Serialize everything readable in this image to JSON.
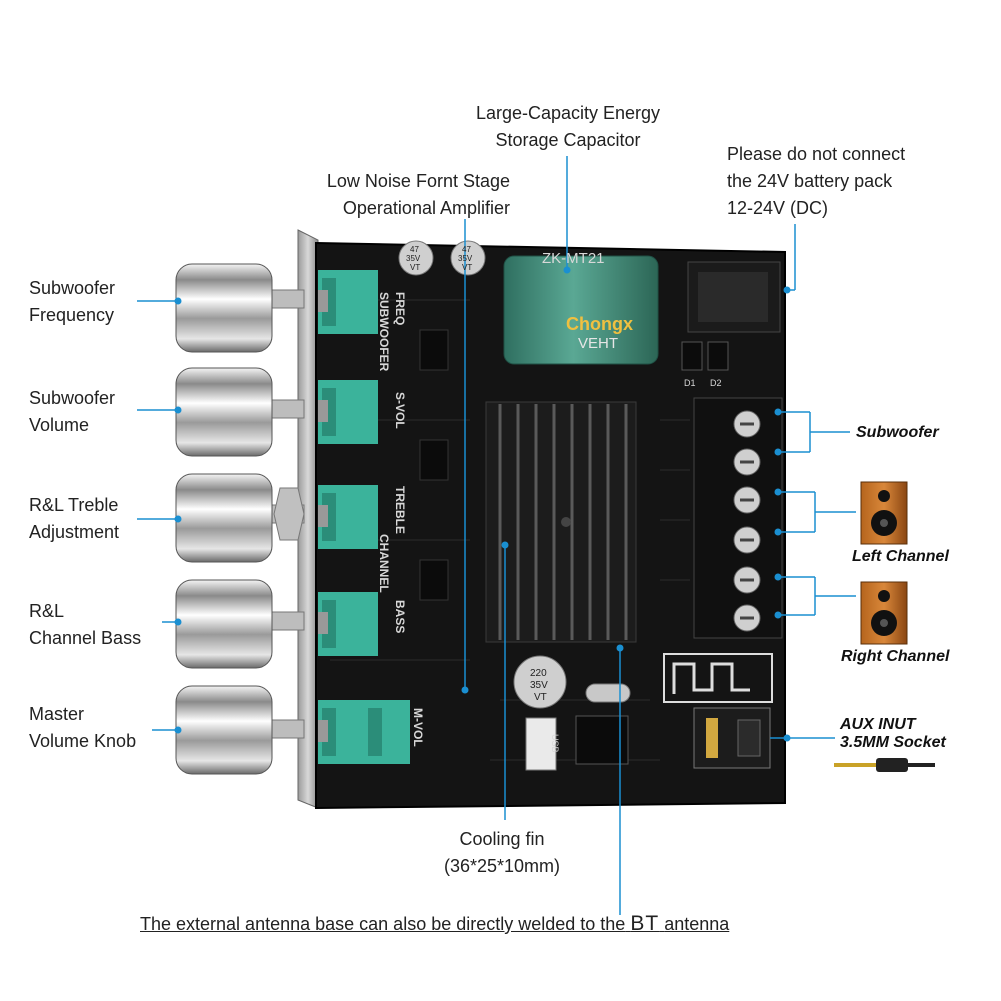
{
  "labels": {
    "capacitor": [
      "Large-Capacity Energy",
      "Storage Capacitor"
    ],
    "battery": [
      "Please do not connect",
      "the 24V battery pack",
      "12-24V (DC)"
    ],
    "opamp": [
      "Low Noise Fornt Stage",
      "Operational Amplifier"
    ],
    "sub_freq": [
      "Subwoofer",
      "Frequency"
    ],
    "sub_vol": [
      "Subwoofer",
      "Volume"
    ],
    "treble": [
      "R&L Treble",
      "Adjustment"
    ],
    "bass": [
      "R&L",
      "Channel Bass"
    ],
    "master": [
      "Master",
      "Volume Knob"
    ],
    "cooling": [
      "Cooling fin",
      "(36*25*10mm)"
    ],
    "out_sub": "Subwoofer",
    "out_left": "Left Channel",
    "out_right": "Right Channel",
    "aux": [
      "AUX INUT",
      "3.5MM Socket"
    ]
  },
  "bottom_note": {
    "before": "The external antenna base can also be directly welded to the",
    "bt": "BT",
    "after": "antenna"
  },
  "board": {
    "model": "ZK-MT21",
    "cap_brand": "Chongx",
    "cap_series": "VEHT",
    "pot_labels": [
      "FREQ",
      "SUBWOOFER",
      "S-VOL",
      "TREBLE",
      "CHANNEL",
      "BASS",
      "M-VOL"
    ],
    "small_cap": [
      "47",
      "35V",
      "VT"
    ],
    "big_cap": [
      "220",
      "35V",
      "VT"
    ],
    "usb": "USB",
    "diodes": [
      "D1",
      "D2"
    ]
  },
  "colors": {
    "callout": "#1a8fd1",
    "pcb": "#141414",
    "cap_green": "#3f8b79",
    "pot_teal": "#3bb39b"
  }
}
